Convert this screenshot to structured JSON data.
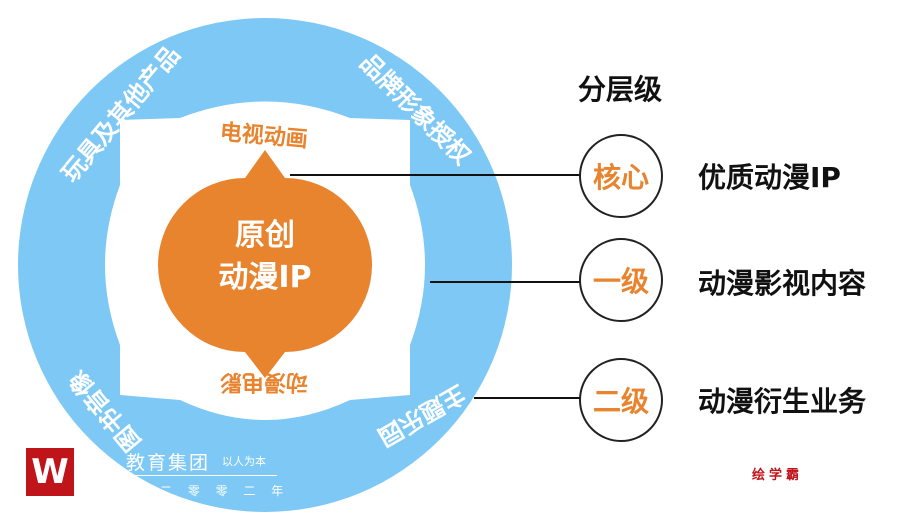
{
  "diagram": {
    "outer_ring": [
      "玩具及其他产品",
      "品牌形象授权",
      "主题乐园",
      "图书音像"
    ],
    "inner_ring": [
      "电视动画",
      "动漫电影"
    ],
    "core": [
      "原创",
      "动漫IP"
    ]
  },
  "levels": {
    "title": "分层级",
    "items": [
      {
        "badge": "核心",
        "label": "优质动漫IP"
      },
      {
        "badge": "一级",
        "label": "动漫影视内容"
      },
      {
        "badge": "二级",
        "label": "动漫衍生业务"
      }
    ]
  },
  "watermark": {
    "org": "…教育集团",
    "motto": "以人为本",
    "year": "二 零 零 二 年",
    "brand": "绘学霸"
  },
  "colors": {
    "ring": "#7dc8f5",
    "core": "#e8832e",
    "brand_red": "#c0141b"
  }
}
